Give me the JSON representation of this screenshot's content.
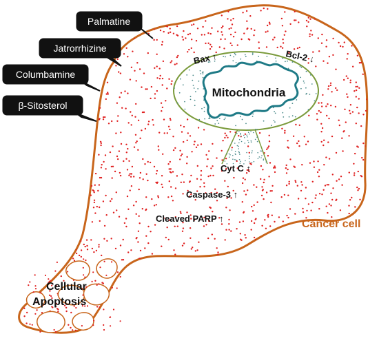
{
  "compounds": [
    {
      "label": "Palmatine"
    },
    {
      "label": "Jatrorrhizine"
    },
    {
      "label": "Columbamine"
    },
    {
      "label": "β-Sitosterol"
    }
  ],
  "mitochondria": {
    "label": "Mitochondria"
  },
  "regulators": {
    "bax": "Bax ↑",
    "bcl2": "Bcl-2 ↓"
  },
  "pathway": {
    "cytc": "Cyt C ↑",
    "caspase3": "Caspase-3 ↑",
    "parp": "Cleaved PARP ↑"
  },
  "cell": {
    "label": "Cancer cell"
  },
  "apoptosis": {
    "line1": "Cellular",
    "line2": "Apoptosis"
  },
  "colors": {
    "membrane": "#c8651b",
    "dots": "#e02020",
    "mito_outline": "#7a9a3a",
    "mito_inner": "#1e7a86",
    "mito_dots": "#4a8a8a"
  }
}
